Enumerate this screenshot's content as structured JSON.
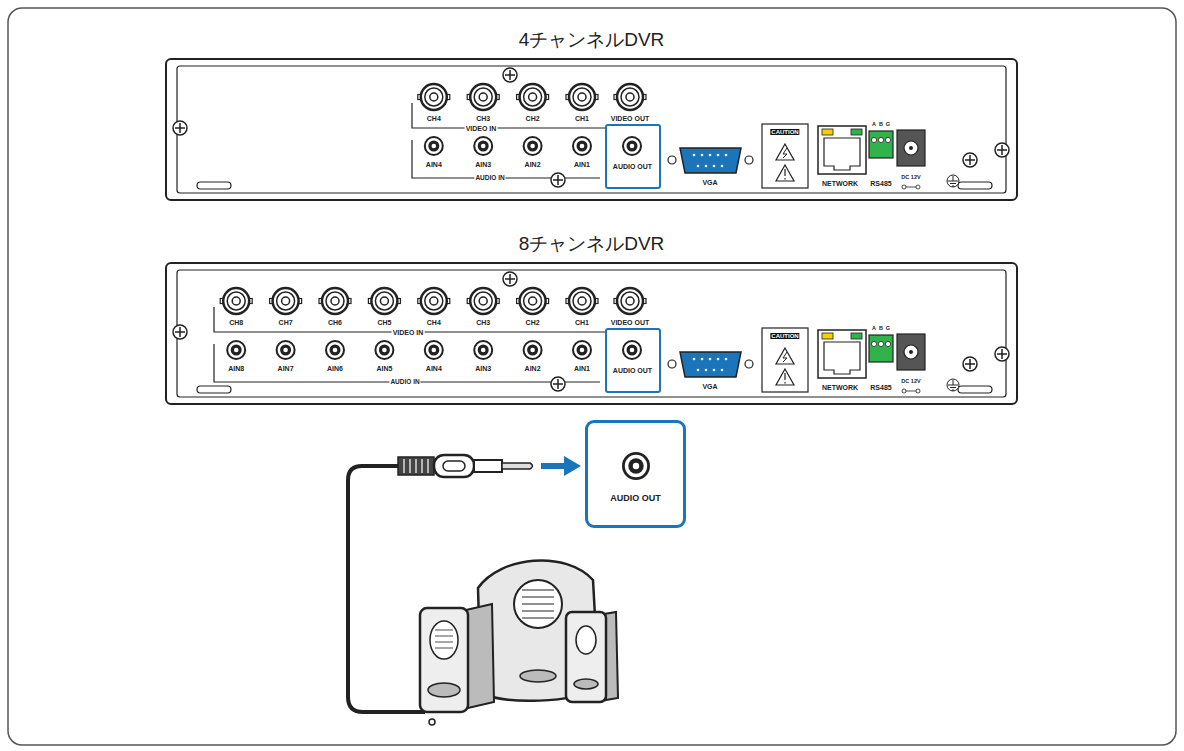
{
  "diagram": {
    "nodes": [
      {
        "text": [
          "4チャンネルDVR"
        ]
      },
      {
        "text": [
          "AUDIO OUT"
        ],
        "in": 0
      },
      {
        "text": [
          "8チャンネルDVR"
        ]
      },
      {
        "text": [
          "AUDIO OUT"
        ],
        "in": 2
      },
      {
        "text": [
          "AUDIO OUT"
        ]
      }
    ],
    "labels": [
      "CH4",
      "CH3",
      "CH2",
      "CH1",
      "VIDEO OUT",
      "VIDEO IN",
      "AIN4",
      "AIN3",
      "AIN2",
      "AIN1",
      "AUDIO IN",
      "VGA",
      "CAUTION",
      "NETWORK",
      "RS485",
      "A",
      "B",
      "G",
      "DC 12V",
      "CH8",
      "CH7",
      "CH6",
      "CH5",
      "CH4",
      "CH3",
      "CH2",
      "CH1",
      "VIDEO OUT",
      "VIDEO IN",
      "AIN8",
      "AIN7",
      "AIN6",
      "AIN5",
      "AIN4",
      "AIN3",
      "AIN2",
      "AIN1",
      "AUDIO IN",
      "VGA",
      "CAUTION",
      "NETWORK",
      "RS485",
      "A",
      "B",
      "G",
      "DC 12V"
    ]
  }
}
